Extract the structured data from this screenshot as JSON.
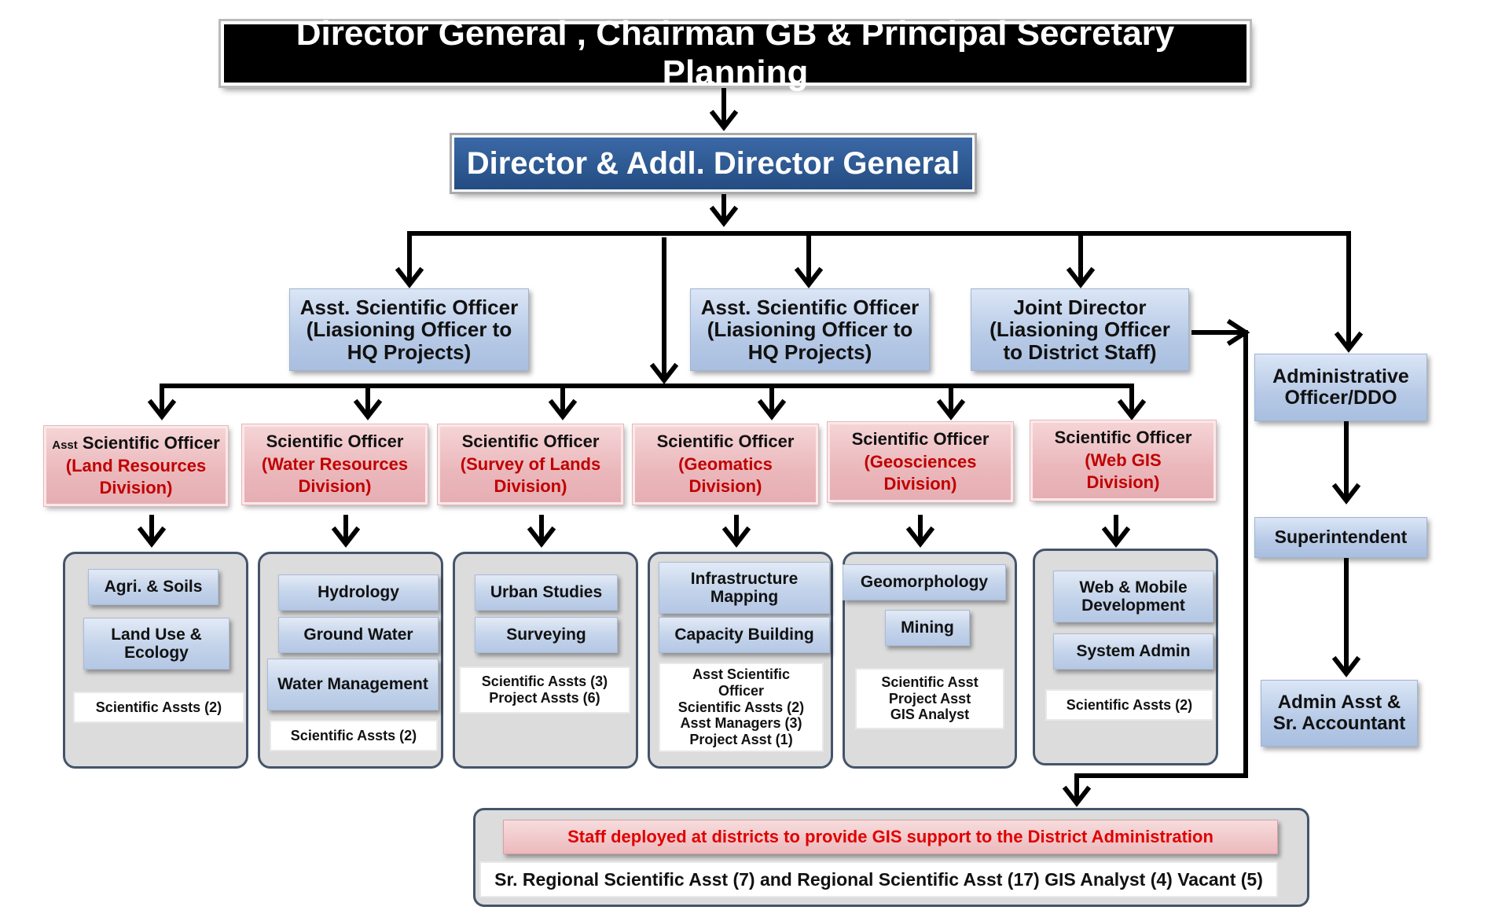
{
  "top": {
    "title": "Director General , Chairman GB & Principal Secretary Planning"
  },
  "director": {
    "title": "Director & Addl. Director General"
  },
  "liaison": [
    {
      "l1": "Asst. Scientific Officer",
      "l2": "(Liasioning Officer to",
      "l3": "HQ Projects)"
    },
    {
      "l1": "Asst. Scientific Officer",
      "l2": "(Liasioning Officer to",
      "l3": "HQ  Projects)"
    },
    {
      "l1": "Joint Director",
      "l2": "(Liasioning Officer",
      "l3": "to District Staff)"
    }
  ],
  "admin": {
    "officer_l1": "Administrative",
    "officer_l2": "Officer/DDO",
    "superintendent": "Superintendent",
    "asst_l1": "Admin Asst &",
    "asst_l2": "Sr. Accountant"
  },
  "divisions": [
    {
      "prefix": "Asst",
      "title": "Scientific Officer",
      "red1": "(Land Resources",
      "red2": "Division)",
      "units": [
        "Agri. & Soils",
        "Land Use & Ecology"
      ],
      "notes": [
        "Scientific Assts (2)"
      ]
    },
    {
      "prefix": "",
      "title": "Scientific Officer",
      "red1": "(Water Resources",
      "red2": "Division)",
      "units": [
        "Hydrology",
        "Ground Water",
        "Water Management"
      ],
      "notes": [
        "Scientific Assts (2)"
      ]
    },
    {
      "prefix": "",
      "title": "Scientific Officer",
      "red1": "(Survey of Lands",
      "red2": "Division)",
      "units": [
        "Urban Studies",
        "Surveying"
      ],
      "notes": [
        "Scientific Assts (3)",
        "Project Assts (6)"
      ]
    },
    {
      "prefix": "",
      "title": "Scientific Officer",
      "red1": "(Geomatics",
      "red2": "Division)",
      "units": [
        "Infrastructure Mapping",
        "Capacity Building"
      ],
      "notes": [
        "Asst Scientific",
        "Officer",
        "Scientific Assts (2)",
        "Asst Managers (3)",
        "Project Asst (1)"
      ]
    },
    {
      "prefix": "",
      "title": "Scientific Officer",
      "red1": "(Geosciences",
      "red2": "Division)",
      "units": [
        "Geomorphology",
        "Mining"
      ],
      "notes": [
        "Scientific Asst",
        "Project Asst",
        "GIS Analyst"
      ]
    },
    {
      "prefix": "",
      "title": "Scientific Officer",
      "red1": "(Web GIS",
      "red2": "Division)",
      "units": [
        "Web  & Mobile Development",
        "System Admin"
      ],
      "notes": [
        "Scientific Assts (2)"
      ]
    }
  ],
  "district": {
    "heading": "Staff deployed at districts to provide GIS support to the District Administration",
    "staff": "Sr. Regional  Scientific Asst (7) and Regional  Scientific Asst (17) GIS Analyst (4)  Vacant (5)"
  }
}
